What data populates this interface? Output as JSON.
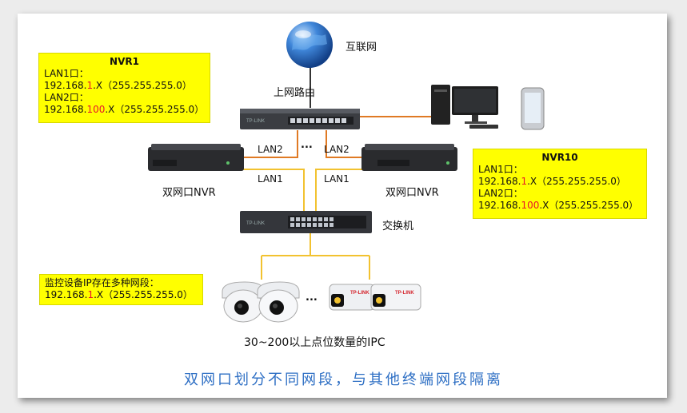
{
  "internet": {
    "label": "互联网"
  },
  "router": {
    "label": "上网路由"
  },
  "switch": {
    "label": "交换机"
  },
  "nvr_left": {
    "label": "双网口NVR"
  },
  "nvr_right": {
    "label": "双网口NVR"
  },
  "ports": {
    "lan2_left": "LAN2",
    "lan2_right": "LAN2",
    "lan1_left": "LAN1",
    "lan1_right": "LAN1",
    "dots_top": "...",
    "dots_cam": "..."
  },
  "box_nvr1": {
    "title": "NVR1",
    "l1_head": "LAN1口：",
    "l1_pre": "192.168.",
    "l1_mid": "1",
    "l1_post": ".X（255.255.255.0）",
    "l2_head": "LAN2口：",
    "l2_pre": "192.168.",
    "l2_mid": "100",
    "l2_post": ".X（255.255.255.0）"
  },
  "box_nvr10": {
    "title": "NVR10",
    "l1_head": "LAN1口：",
    "l1_pre": "192.168.",
    "l1_mid": "1",
    "l1_post": ".X（255.255.255.0）",
    "l2_head": "LAN2口：",
    "l2_pre": "192.168.",
    "l2_mid": "100",
    "l2_post": ".X（255.255.255.0）"
  },
  "box_cam": {
    "line1": "监控设备IP存在多种网段：",
    "l_pre": "192.168.",
    "l_mid": "1",
    "l_post": ".X（255.255.255.0）"
  },
  "ipc": {
    "label": "30~200以上点位数量的IPC",
    "brand": "TP-LINK"
  },
  "footer": {
    "text": "双网口划分不同网段，与其他终端网段隔离"
  },
  "colors": {
    "accent_red": "#e8162a",
    "highlight": "#ffff00",
    "footer_blue": "#2e6fc4",
    "wire_yellow": "#f2c230",
    "wire_orange": "#e07a24"
  }
}
